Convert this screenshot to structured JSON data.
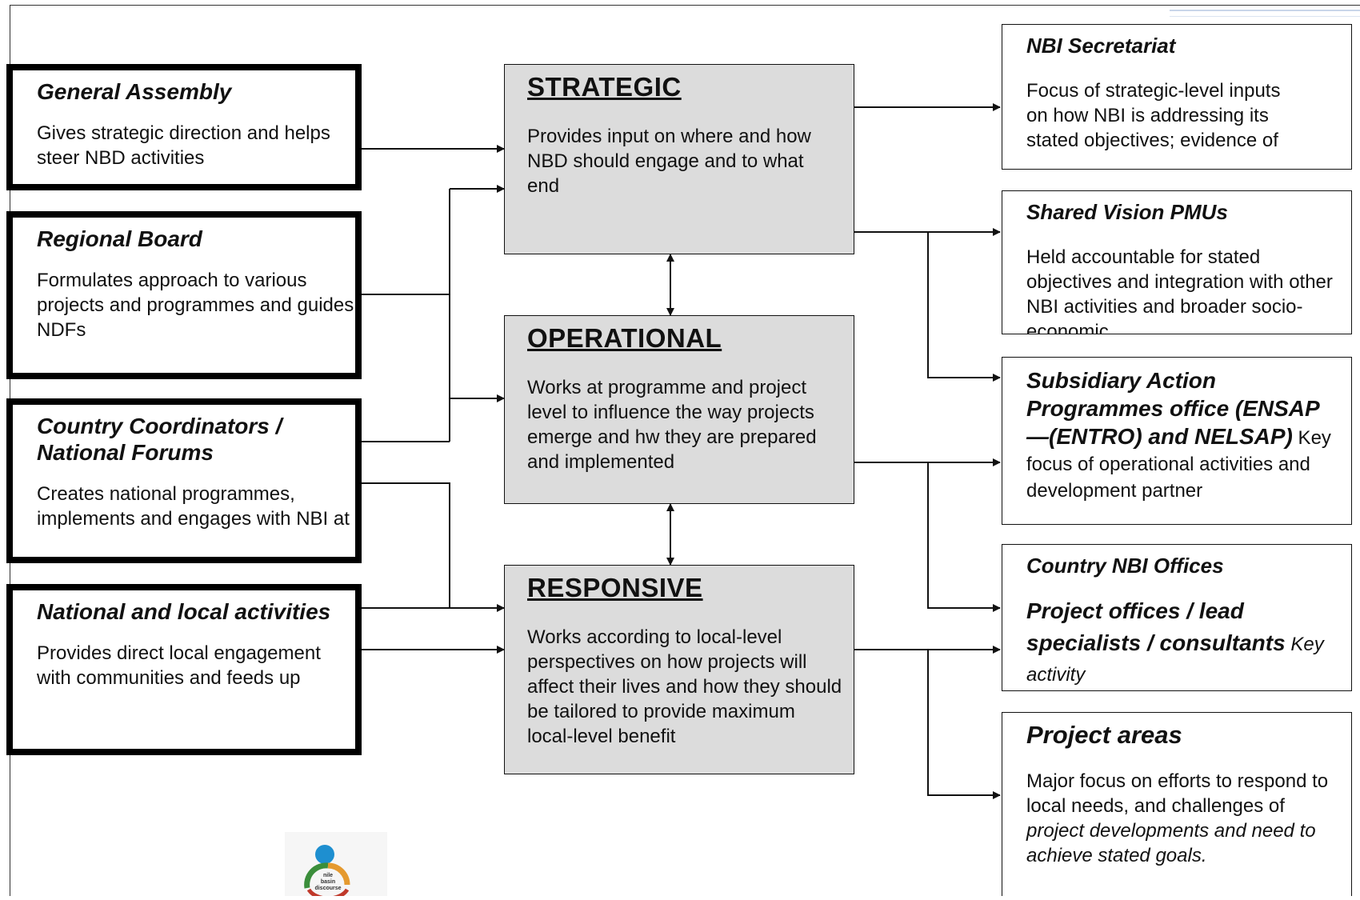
{
  "left_boxes": {
    "general_assembly": {
      "title": "General Assembly",
      "text": "Gives strategic direction and helps steer NBD activities"
    },
    "regional_board": {
      "title": "Regional Board",
      "text": "Formulates approach to various projects and programmes and guides NDFs"
    },
    "country_coordinators": {
      "title": "Country Coordinators / National Forums",
      "text": "Creates national programmes, implements and engages with NBI at"
    },
    "national_local": {
      "title": "National and local activities",
      "text": "Provides direct local engagement with communities and feeds up"
    }
  },
  "levels": {
    "strategic": {
      "title": "STRATEGIC",
      "text": "Provides input on where and how NBD should engage and to what end"
    },
    "operational": {
      "title": "OPERATIONAL",
      "text": "Works at programme and project level to influence the way projects emerge and hw they are prepared and implemented"
    },
    "responsive": {
      "title": "RESPONSIVE",
      "text": "Works according to local-level perspectives on how projects will affect their lives and how they should be tailored to provide maximum local-level benefit"
    }
  },
  "right_boxes": {
    "nbi_secretariat": {
      "title": "NBI Secretariat",
      "text": "Focus of strategic-level inputs on how  NBI is addressing its stated objectives; evidence of"
    },
    "shared_vision": {
      "title": "Shared Vision PMUs",
      "text": "Held accountable for stated objectives and integration with other NBI activities and broader socio-economic"
    },
    "subsidiary": {
      "title": "Subsidiary Action Programmes office (ENSAP—(ENTRO) and NELSAP)",
      "text": " Key focus of operational activities and development partner"
    },
    "country_offices": {
      "title": "Country NBI Offices",
      "subtitle": "Project offices / lead specialists / consultants",
      "text": " Key activity"
    },
    "project_areas": {
      "title": "Project areas",
      "text_a": "Major focus on efforts to respond to local needs, and challenges of ",
      "text_b": "project developments and need to achieve stated goals."
    }
  },
  "logo": {
    "text": "nile basin discourse"
  },
  "colors": {
    "level_fill": "#dcdcdc",
    "line": "#111111",
    "logo_blue": "#1e8fd0",
    "logo_green": "#3b8e3b",
    "logo_orange": "#e59a2f",
    "logo_red": "#c0392b"
  }
}
